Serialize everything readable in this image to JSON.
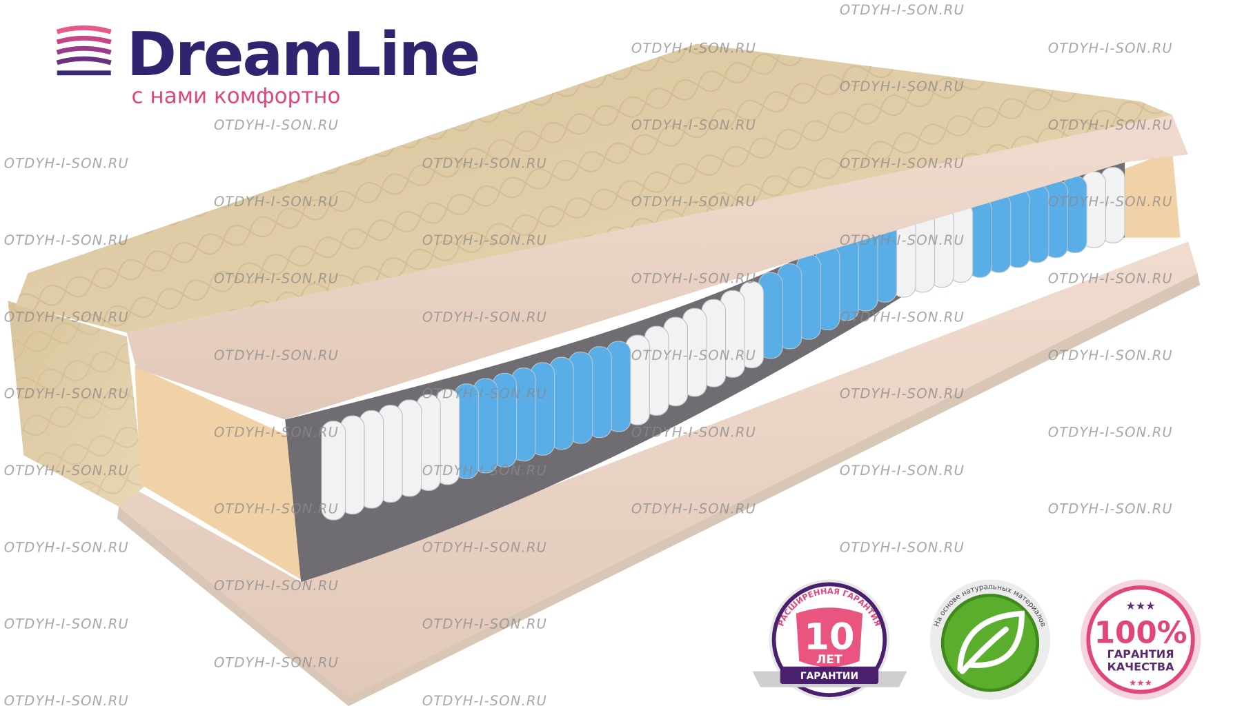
{
  "watermark": "OTDYH-I-SON.RU",
  "brand": {
    "name": "DreamLine",
    "slogan": "с нами комфортно",
    "colors": {
      "primary": "#2e2470",
      "accent": "#e0457b"
    }
  },
  "badges": {
    "warranty": {
      "arc": "РАСШИРЕННАЯ ГАРАНТИЯ",
      "number": "10",
      "unit": "ЛЕТ",
      "ribbon": "ГАРАНТИИ"
    },
    "natural": {
      "arc": "На основе натуральных материалов"
    },
    "quality": {
      "number": "100%",
      "line1": "ГАРАНТИЯ",
      "line2": "КАЧЕСТВА"
    }
  }
}
